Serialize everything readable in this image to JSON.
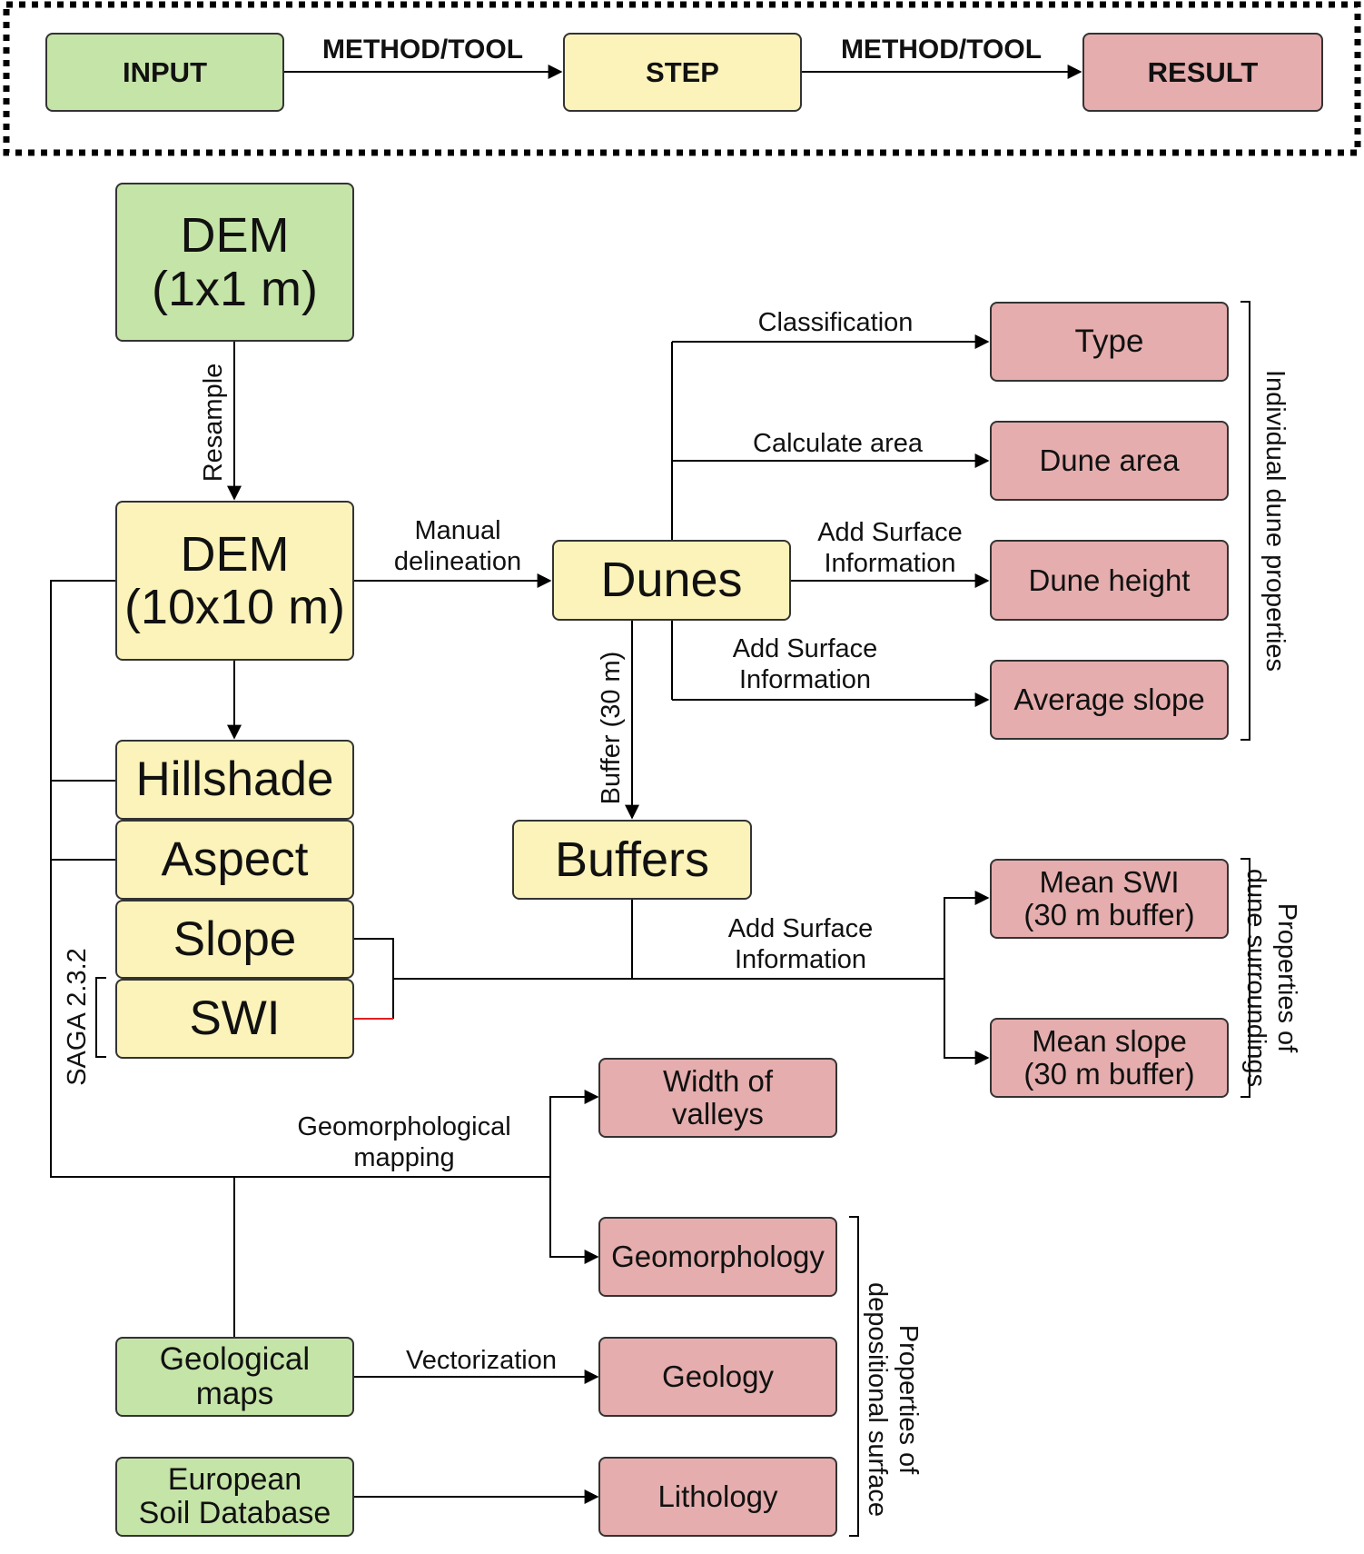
{
  "legend": {
    "input": "INPUT",
    "step": "STEP",
    "result": "RESULT",
    "method_tool_1": "METHOD/TOOL",
    "method_tool_2": "METHOD/TOOL"
  },
  "nodes": {
    "dem_1x1": "DEM\n(1x1 m)",
    "dem_10x10": "DEM\n(10x10 m)",
    "hillshade": "Hillshade",
    "aspect": "Aspect",
    "slope": "Slope",
    "swi": "SWI",
    "dunes": "Dunes",
    "buffers": "Buffers",
    "type": "Type",
    "dune_area": "Dune area",
    "dune_height": "Dune height",
    "average_slope": "Average slope",
    "mean_swi": "Mean SWI\n(30 m buffer)",
    "mean_slope": "Mean slope\n(30 m buffer)",
    "width_of_valleys": "Width of\nvalleys",
    "geomorphology": "Geomorphology",
    "geology": "Geology",
    "lithology": "Lithology",
    "geological_maps": "Geological\nmaps",
    "european_soil_database": "European\nSoil Database"
  },
  "edge_labels": {
    "resample": "Resample",
    "manual_delineation": "Manual\ndelineation",
    "classification": "Classification",
    "calculate_area": "Calculate area",
    "add_surface_info_height": "Add Surface\nInformation",
    "add_surface_info_slope": "Add Surface\nInformation",
    "buffer_30m": "Buffer (30 m)",
    "add_surface_info_buffers": "Add Surface\nInformation",
    "geomorphological_mapping": "Geomorphological\nmapping",
    "vectorization": "Vectorization",
    "saga": "SAGA 2.3.2"
  },
  "group_labels": {
    "individual_dune_properties": "Individual dune properties",
    "dune_surroundings": "Properties of\ndune surroundings",
    "depositional_surface": "Properties of\ndepositional surface"
  },
  "colors": {
    "input": "#c5e4a7",
    "step": "#fbf3b9",
    "result": "#e5adad",
    "swi_connector": "#e02020"
  }
}
